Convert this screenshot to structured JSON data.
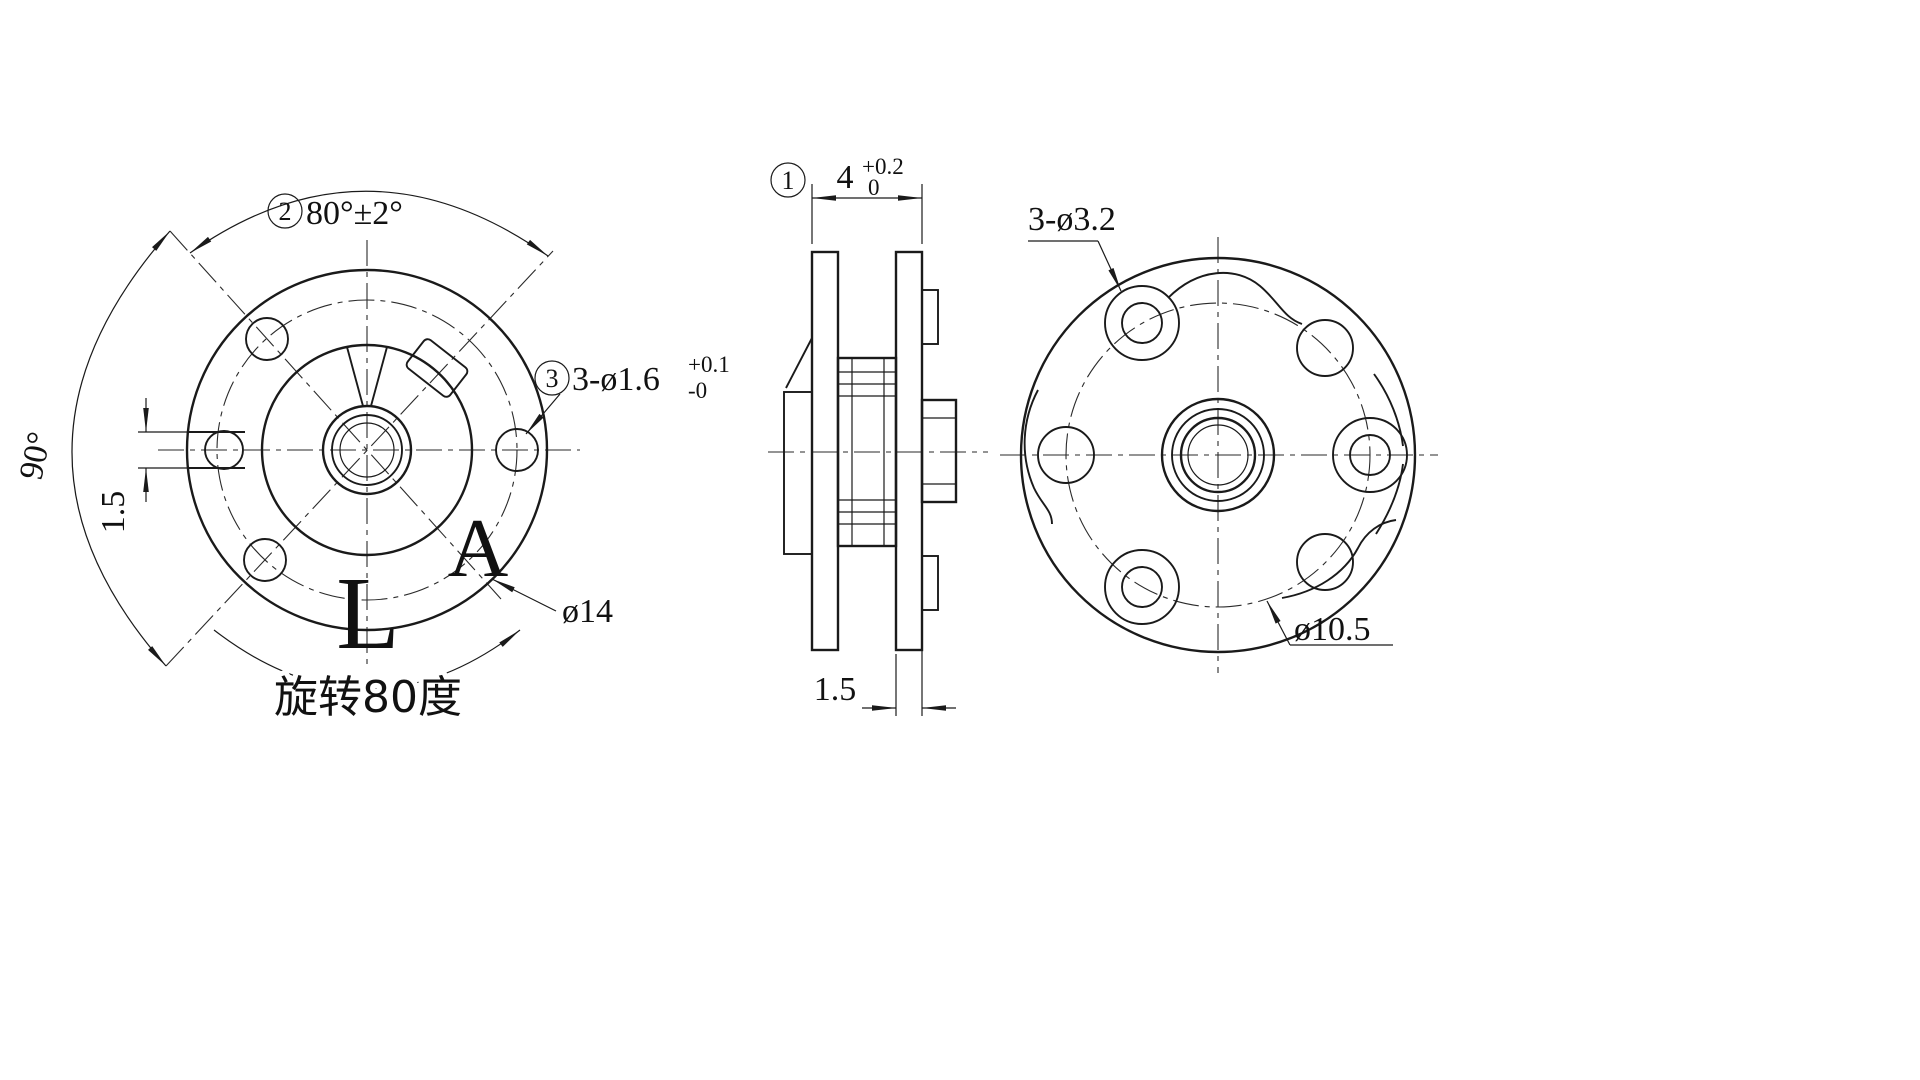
{
  "palette": {
    "line": "#1a1a1a",
    "background": "#ffffff"
  },
  "drawing": {
    "front_view": {
      "callout_2": "2",
      "angle_dim": "80°±2°",
      "right_angle_dim": "90°",
      "slot_width_dim": "1.5",
      "callout_3": "3",
      "holes_label": "3-ø1.6",
      "holes_tol_upper": "+0.1",
      "holes_tol_lower": "-0",
      "outer_dia_label": "ø14",
      "letter_L": "L",
      "letter_A": "A",
      "rotation_note": "旋转80度"
    },
    "side_view": {
      "callout_1": "1",
      "width_dim": "4",
      "width_tol_upper": "+0.2",
      "width_tol_lower": "0",
      "thickness_dim": "1.5"
    },
    "back_view": {
      "holes_label": "3-ø3.2",
      "bolt_circle_dia_label": "ø10.5"
    }
  }
}
